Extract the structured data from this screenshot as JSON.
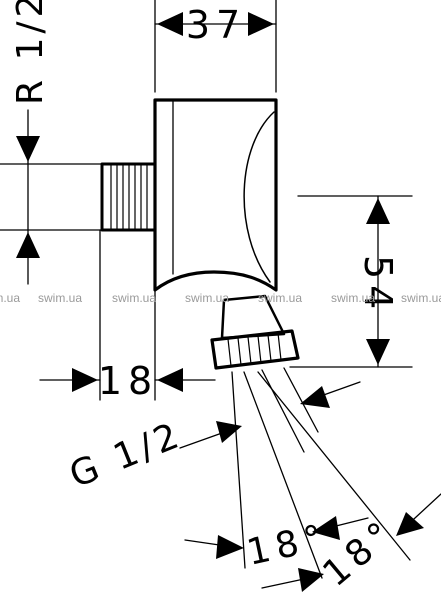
{
  "dimensions": {
    "width_top": "37",
    "thread_r": "R 1/2",
    "height_right": "54",
    "depth_bottom": "18",
    "thread_g": "G 1/2",
    "angle_1": "18°",
    "angle_2": "18°"
  },
  "watermark": {
    "text": "swim.ua",
    "repeat_count": 6,
    "color": "#9a9a9a"
  },
  "colors": {
    "line": "#000000",
    "background": "#ffffff"
  }
}
